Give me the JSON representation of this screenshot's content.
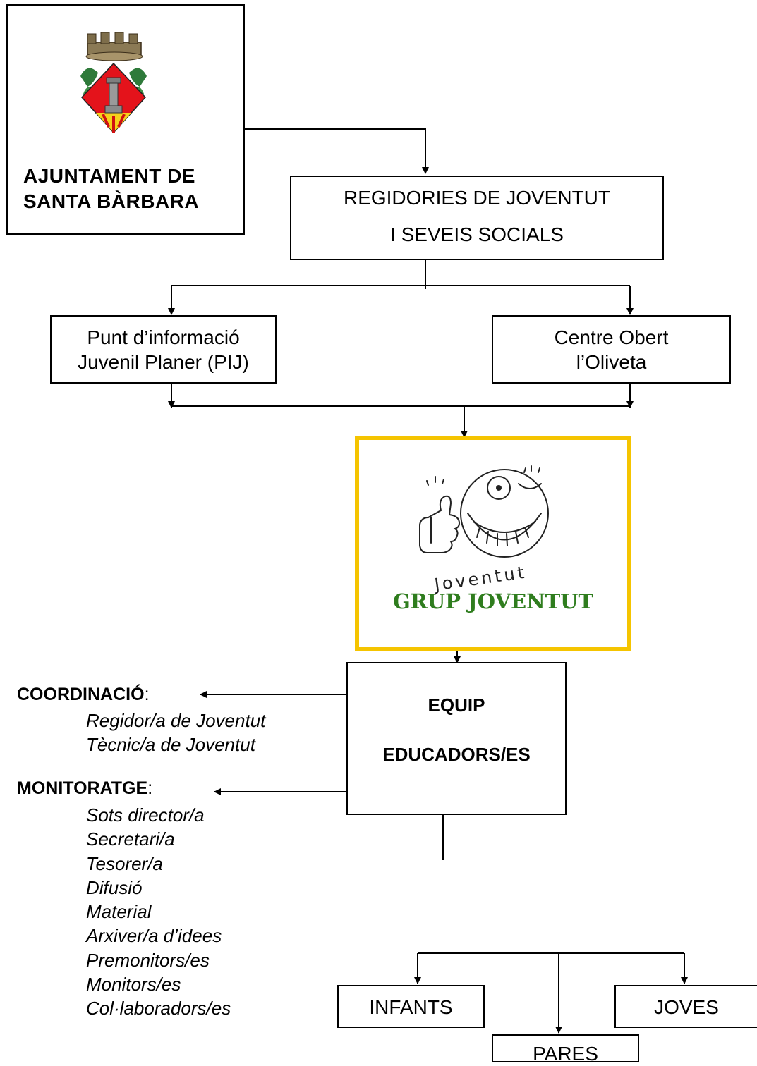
{
  "nodes": {
    "ajuntament": {
      "line1": "AJUNTAMENT DE",
      "line2": "SANTA BÀRBARA"
    },
    "regidories": {
      "line1": "REGIDORIES DE JOVENTUT",
      "line2": "I SEVEIS SOCIALS"
    },
    "pij": {
      "line1": "Punt d’informació",
      "line2": "Juvenil Planer (PIJ)"
    },
    "centre_obert": {
      "line1": "Centre Obert",
      "line2": "l’Oliveta"
    },
    "grup_joventut": {
      "logo_text": "Joventut",
      "title": "GRUP JOVENTUT",
      "border_color": "#f5c400",
      "title_color": "#2f7d1e"
    },
    "equip": {
      "line1": "EQUIP",
      "line2": "EDUCADORS/ES"
    },
    "infants": "INFANTS",
    "joves": "JOVES",
    "pares": "PARES"
  },
  "coordinacio": {
    "heading": "COORDINACIÓ",
    "colon": ":",
    "items": [
      "Regidor/a de Joventut",
      "Tècnic/a de Joventut"
    ]
  },
  "monitoratge": {
    "heading": "MONITORATGE",
    "colon": ":",
    "items": [
      "Sots director/a",
      "Secretari/a",
      "Tesorer/a",
      "Difusió",
      "Material",
      "Arxiver/a d’idees",
      "Premonitors/es",
      "Monitors/es",
      "Col·laboradors/es"
    ]
  },
  "icons": {
    "coat_of_arms": "coat-of-arms-icon",
    "joventut_logo": "winking-smiley-thumbs-up-icon"
  }
}
